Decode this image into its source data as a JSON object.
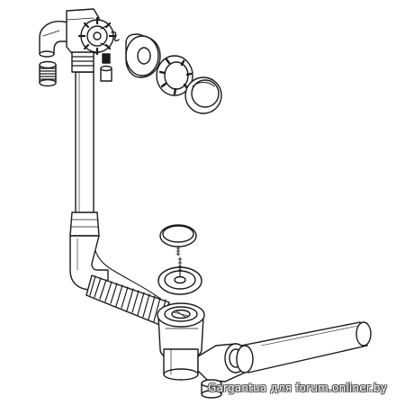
{
  "watermark": {
    "text": "Gargantua для forum.onliner.by"
  },
  "colors": {
    "line": "#1a1a1a",
    "fill": "#ffffff",
    "hatch": "#2b2b2b"
  },
  "parts": [
    "overflow-elbow",
    "overflow-threaded-adapter",
    "overflow-valve-head",
    "overflow-spring-nut",
    "overflow-gasket",
    "overflow-ring-nut",
    "overflow-cover-cap",
    "overflow-riser-pipe",
    "bowden-cable",
    "corrugated-hose",
    "drain-plug-stopper",
    "drain-grate-flange",
    "drain-body",
    "trap-elbow",
    "outlet-pipe"
  ]
}
